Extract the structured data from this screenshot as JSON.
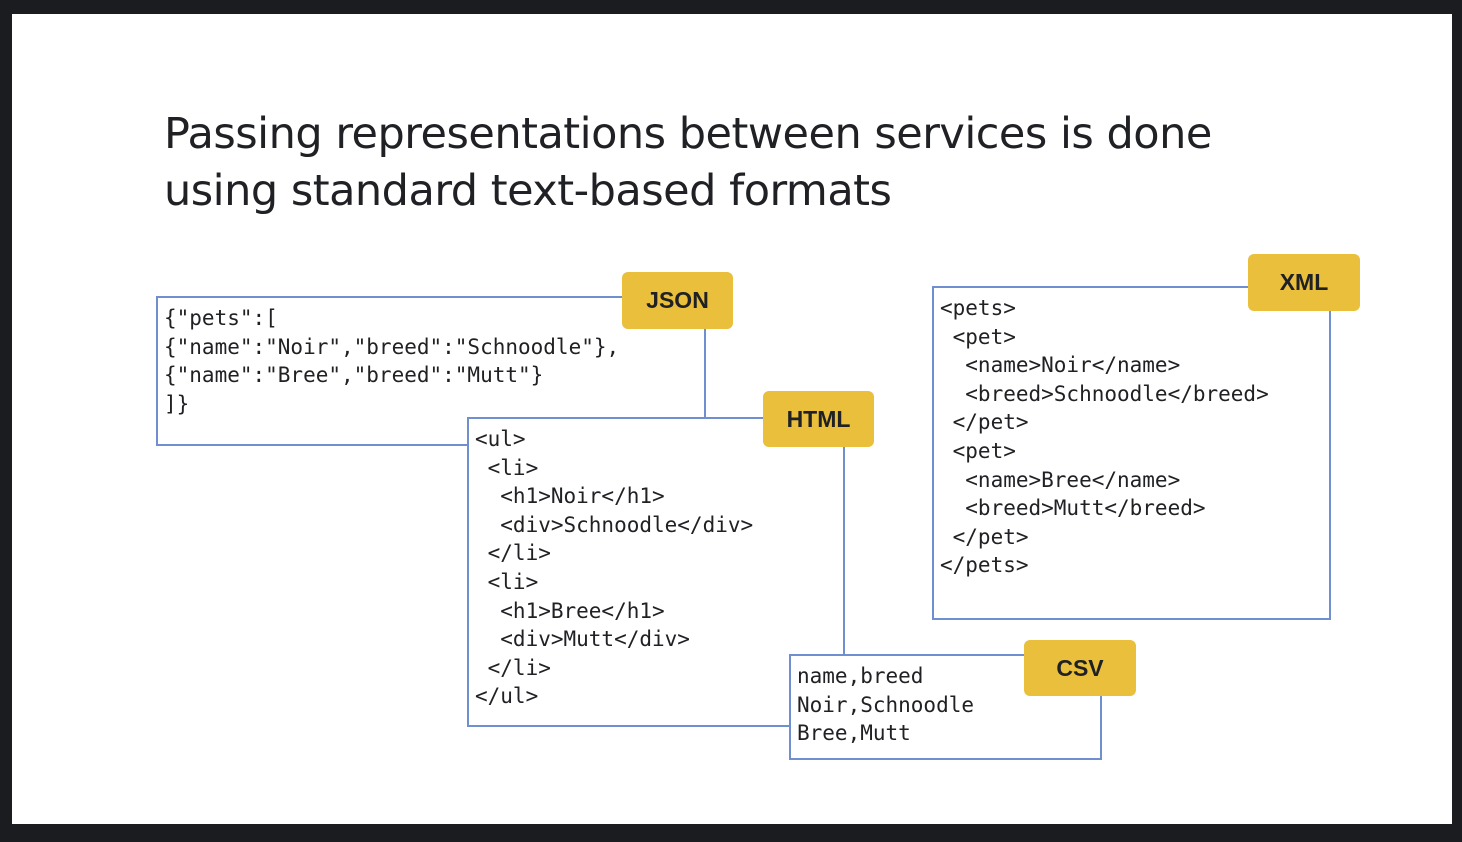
{
  "slide": {
    "title_line1": "Passing representations between services is done",
    "title_line2": "using standard text-based formats"
  },
  "formats": {
    "json": {
      "label": "JSON",
      "code": "{\"pets\":[\n{\"name\":\"Noir\",\"breed\":\"Schnoodle\"},\n{\"name\":\"Bree\",\"breed\":\"Mutt\"}\n]}"
    },
    "html": {
      "label": "HTML",
      "code": "<ul>\n <li>\n  <h1>Noir</h1>\n  <div>Schnoodle</div>\n </li>\n <li>\n  <h1>Bree</h1>\n  <div>Mutt</div>\n </li>\n</ul>"
    },
    "xml": {
      "label": "XML",
      "code": "<pets>\n <pet>\n  <name>Noir</name>\n  <breed>Schnoodle</breed>\n </pet>\n <pet>\n  <name>Bree</name>\n  <breed>Mutt</breed>\n </pet>\n</pets>"
    },
    "csv": {
      "label": "CSV",
      "code": "name,breed\nNoir,Schnoodle\nBree,Mutt"
    }
  },
  "colors": {
    "badge": "#e9bf3c",
    "border": "#6f8fd1",
    "text": "#202124",
    "frame": "#1b1c1f"
  }
}
